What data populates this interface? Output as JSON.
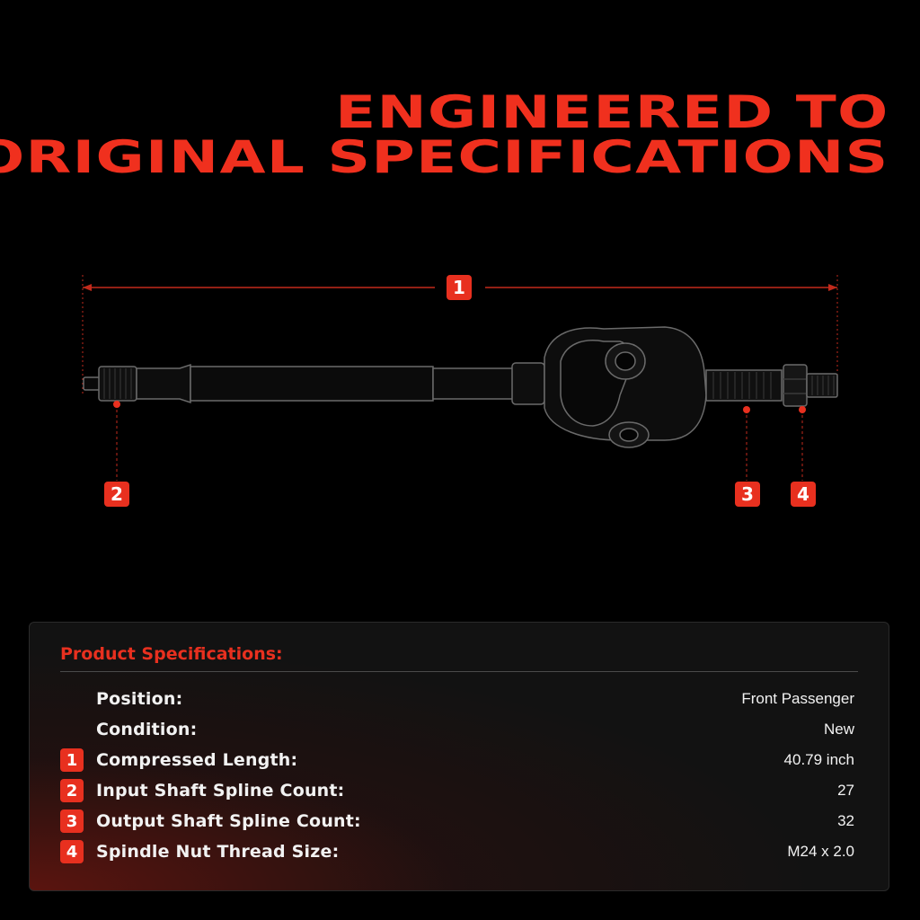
{
  "headline": {
    "line1": "ENGINEERED TO",
    "line2": "ORIGINAL SPECIFICATIONS"
  },
  "diagram": {
    "callouts": [
      "1",
      "2",
      "3",
      "4"
    ]
  },
  "specs": {
    "title": "Product Specifications:",
    "rows": [
      {
        "badge": "",
        "label": "Position:",
        "value": "Front Passenger"
      },
      {
        "badge": "",
        "label": "Condition:",
        "value": "New"
      },
      {
        "badge": "1",
        "label": "Compressed Length:",
        "value": "40.79 inch"
      },
      {
        "badge": "2",
        "label": "Input Shaft Spline Count:",
        "value": "27"
      },
      {
        "badge": "3",
        "label": "Output Shaft Spline Count:",
        "value": "32"
      },
      {
        "badge": "4",
        "label": "Spindle Nut Thread Size:",
        "value": "M24 x 2.0"
      }
    ]
  },
  "colors": {
    "accent": "#e8301f",
    "background": "#000000",
    "panel": "#121212"
  }
}
